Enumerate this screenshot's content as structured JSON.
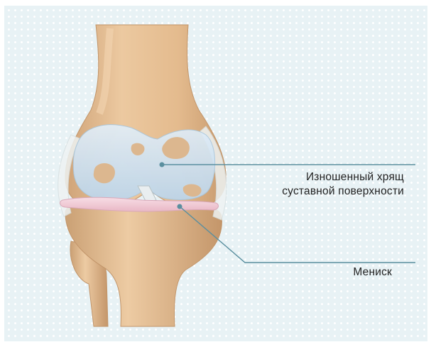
{
  "labels": {
    "cartilage_line1": "Изношенный хрящ",
    "cartilage_line2": "суставной поверхности",
    "meniscus": "Мениск"
  },
  "colors": {
    "background": "#e8f2f5",
    "dots": "#ffffff",
    "bone": "#e3b98a",
    "bone_shadow": "#c99a6d",
    "cartilage": "#c9e0f0",
    "cartilage_wear": "#dcb78f",
    "meniscus": "#f1c9d4",
    "leader_line": "#5a8f9f"
  }
}
